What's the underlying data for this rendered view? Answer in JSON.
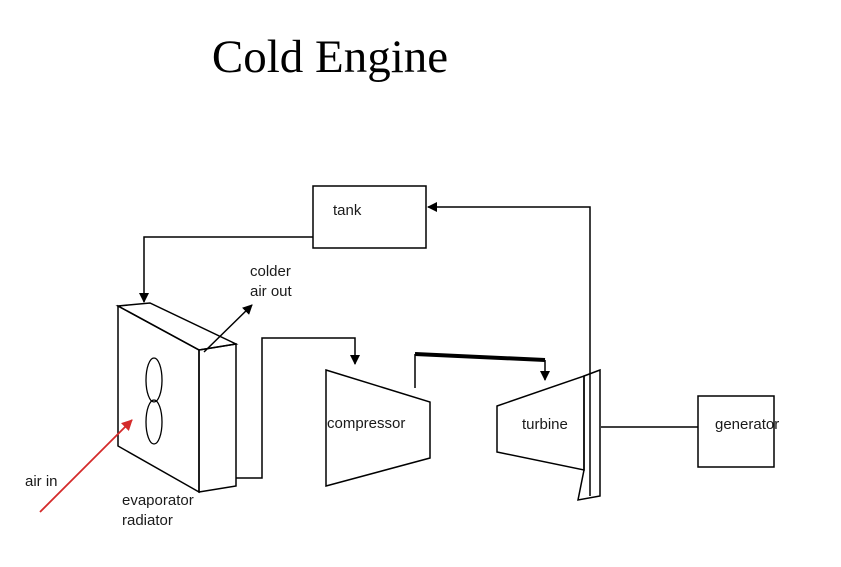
{
  "title": "Cold Engine",
  "components": {
    "tank": "tank",
    "compressor": "compressor",
    "turbine": "turbine",
    "generator": "generator",
    "radiator_line1": "evaporator",
    "radiator_line2": "radiator"
  },
  "labels": {
    "air_in": "air in",
    "colder_air_line1": "colder",
    "colder_air_line2": "air out"
  },
  "colors": {
    "line": "#000000",
    "air_in_arrow": "#d42a2a"
  }
}
